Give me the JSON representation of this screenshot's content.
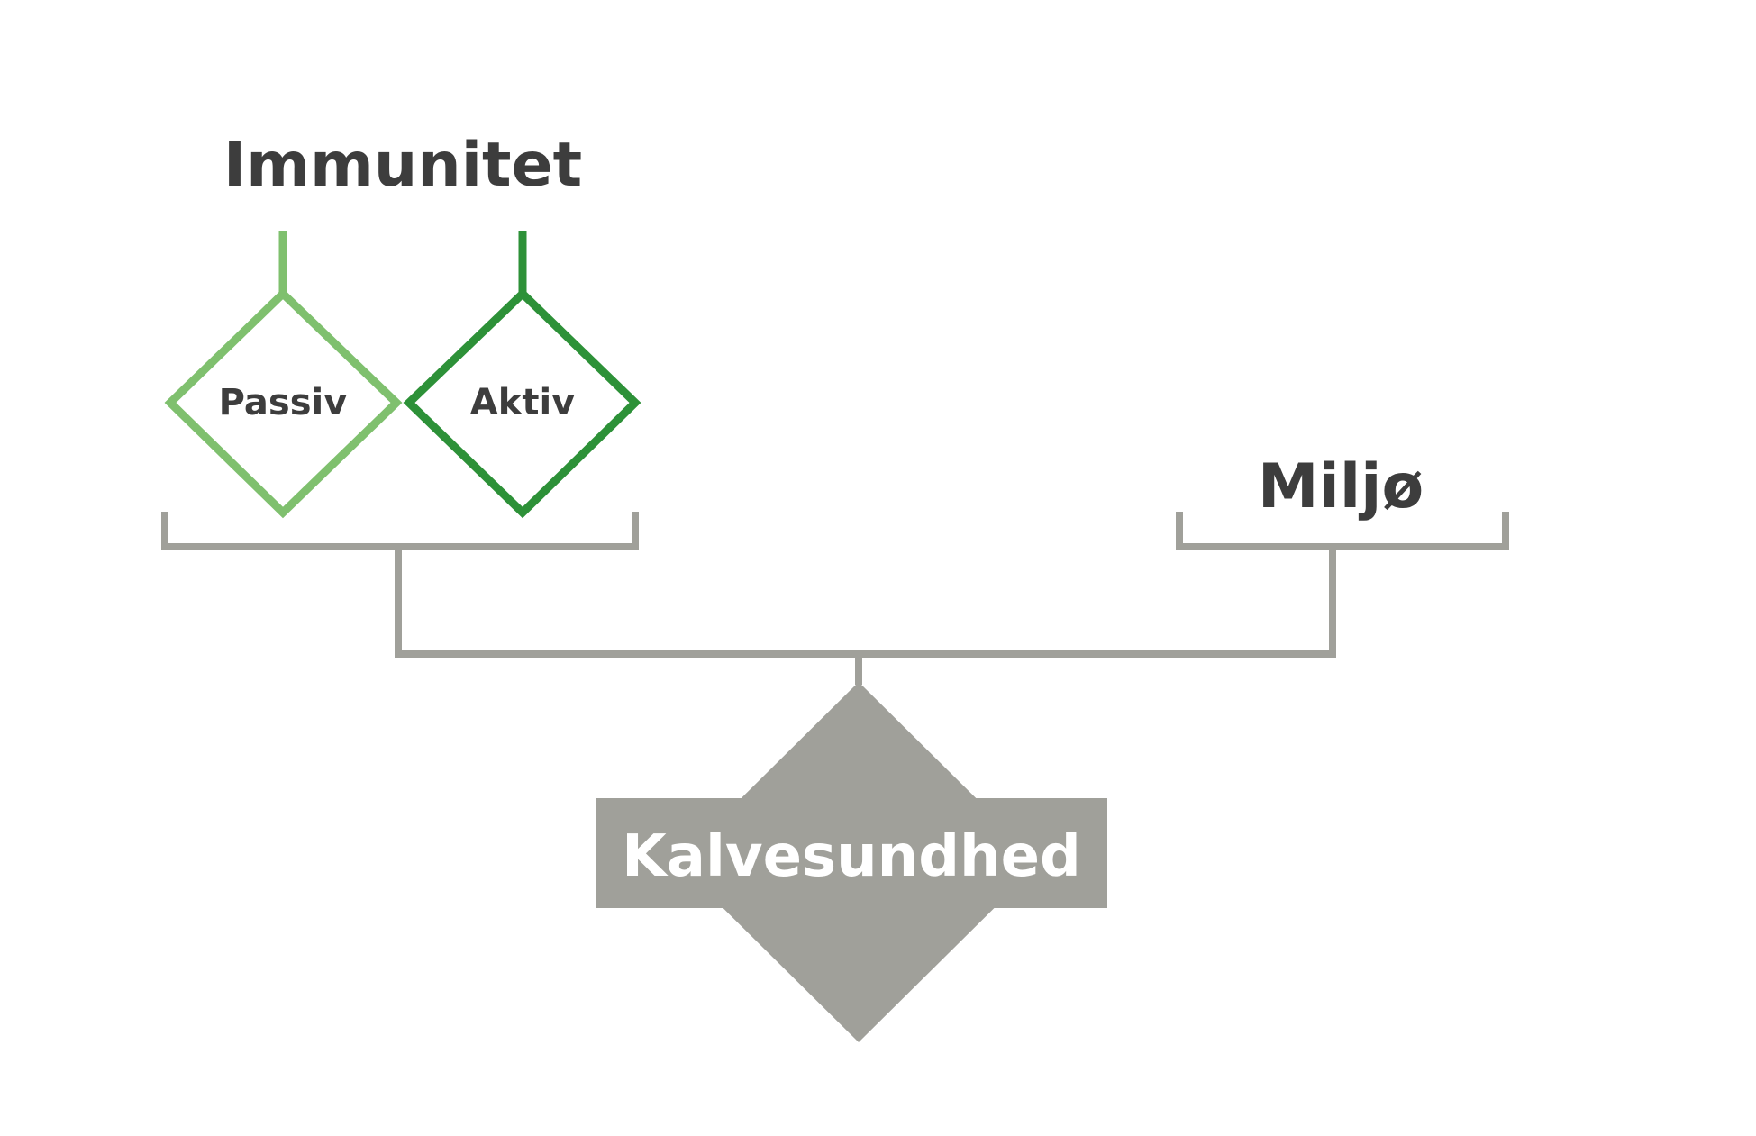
{
  "diagram": {
    "immunity_label": "Immunitet",
    "passive_label": "Passiv",
    "active_label": "Aktiv",
    "environment_label": "Miljø",
    "calf_health_label": "Kalvesundhed"
  },
  "colors": {
    "text_dark": "#3d3d3d",
    "text_light": "#ffffff",
    "passive_green": "#7fc06e",
    "active_green": "#2d9138",
    "connector_grey": "#a0a09a",
    "central_grey": "#a0a09a",
    "background": "#ffffff"
  }
}
